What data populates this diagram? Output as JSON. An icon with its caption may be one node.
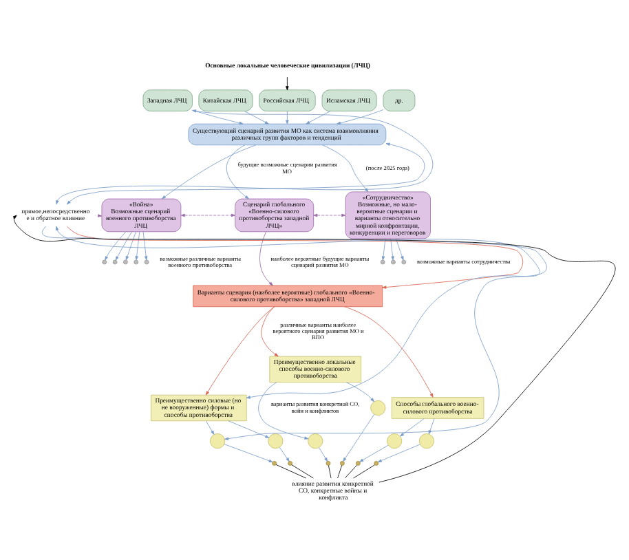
{
  "diagram": {
    "nodes": [
      {
        "text": [
          "Основные локальные человеческие цивилизации (ЛЧЦ)"
        ]
      },
      {
        "text": [
          "Западная ЛЧЦ"
        ]
      },
      {
        "text": [
          "Китайская ЛЧЦ"
        ]
      },
      {
        "text": [
          "Российская ЛЧЦ"
        ]
      },
      {
        "text": [
          "Исламская ЛЧЦ"
        ]
      },
      {
        "text": [
          "др."
        ]
      },
      {
        "text": [
          "Существующий сценарий развития МО как система взаимовлияния различных групп факторов и тенденций"
        ]
      },
      {
        "text": [
          "«Война»",
          "Возможные сценарий военного противоборства ЛЧЦ"
        ]
      },
      {
        "text": [
          "Сценарий глобального «Военно-силового противоборства западной ЛЧЦ»"
        ]
      },
      {
        "text": [
          "«Сотрудничество»",
          "Возможные, но мало-вероятные сценарии и варианты относительно мирной конфронтации, конкуренции и переговоров"
        ]
      },
      {
        "text": [
          "Варианты сценария (наиболее вероятные) глобального «Военно-силового противоборства» западной ЛЧЦ"
        ]
      },
      {
        "text": [
          "Преимущественно силовые (но не вооруженные) формы и способы противоборства"
        ]
      },
      {
        "text": [
          "Преимущественно локальные способы военно-силового противоборства"
        ]
      },
      {
        "text": [
          "Способы глобального военно-силового противоборства"
        ]
      },
      {
        "text": [],
        "shape": "circle"
      },
      {
        "text": [],
        "shape": "circle"
      },
      {
        "text": [],
        "shape": "circle"
      },
      {
        "text": [],
        "shape": "circle"
      },
      {
        "text": [],
        "shape": "circle"
      },
      {
        "text": [],
        "shape": "circle"
      },
      {
        "text": [],
        "shape": "circle"
      },
      {
        "text": [],
        "shape": "circle"
      },
      {
        "text": [],
        "shape": "circle"
      },
      {
        "text": [],
        "shape": "circle"
      },
      {
        "text": [],
        "shape": "circle"
      },
      {
        "text": [],
        "shape": "circle"
      },
      {
        "text": [],
        "shape": "circle"
      },
      {
        "text": [],
        "shape": "circle"
      },
      {
        "text": [],
        "shape": "circle"
      },
      {
        "text": [],
        "shape": "circle"
      },
      {
        "text": [],
        "shape": "circle"
      },
      {
        "text": [],
        "shape": "circle"
      },
      {
        "text": [],
        "shape": "circle"
      },
      {
        "text": [],
        "shape": "circle"
      },
      {
        "text": [
          "прямое,непосредственное и обратное влияние"
        ]
      },
      {
        "text": [
          "влияние развития конкретной СО, конкретные войны и конфликта"
        ]
      }
    ],
    "edges": [
      {
        "from": 0,
        "to": 3,
        "arrow": "to",
        "color": "#000000"
      },
      {
        "from": 1,
        "to": 6,
        "arrow": "to"
      },
      {
        "from": 2,
        "to": 6,
        "arrow": "to"
      },
      {
        "from": 3,
        "to": 6,
        "arrow": "to"
      },
      {
        "from": 4,
        "to": 6,
        "arrow": "to"
      },
      {
        "from": 5,
        "to": 6,
        "arrow": "to"
      },
      {
        "from": 6,
        "to": 7,
        "arrow": "to"
      },
      {
        "from": 6,
        "to": 8,
        "arrow": "to"
      },
      {
        "from": 6,
        "to": 9,
        "arrow": "to"
      },
      {
        "from": 7,
        "to": 8,
        "arrow": "both",
        "style": "dashed",
        "color": "#9b6aa8"
      },
      {
        "from": 8,
        "to": 9,
        "arrow": "both",
        "style": "dashed",
        "color": "#9b6aa8"
      },
      {
        "from": 7,
        "to": 20,
        "arrow": "to"
      },
      {
        "from": 7,
        "to": 21,
        "arrow": "to"
      },
      {
        "from": 7,
        "to": 22,
        "arrow": "to"
      },
      {
        "from": 7,
        "to": 23,
        "arrow": "to"
      },
      {
        "from": 7,
        "to": 24,
        "arrow": "to"
      },
      {
        "from": 9,
        "to": 25,
        "arrow": "to"
      },
      {
        "from": 9,
        "to": 26,
        "arrow": "to"
      },
      {
        "from": 9,
        "to": 27,
        "arrow": "to"
      },
      {
        "from": 8,
        "to": 10,
        "arrow": "to",
        "color": "#9b6aa8"
      },
      {
        "from": 10,
        "to": 11,
        "arrow": "to",
        "color": "#d9634f"
      },
      {
        "from": 10,
        "to": 12,
        "arrow": "to",
        "color": "#d9634f"
      },
      {
        "from": 10,
        "to": 13,
        "arrow": "to",
        "color": "#d9634f"
      },
      {
        "from": 11,
        "to": 14,
        "arrow": "to"
      },
      {
        "from": 11,
        "to": 15,
        "arrow": "to"
      },
      {
        "from": 12,
        "to": 16,
        "arrow": "to"
      },
      {
        "from": 12,
        "to": 17,
        "arrow": "to"
      },
      {
        "from": 13,
        "to": 18,
        "arrow": "to"
      },
      {
        "from": 13,
        "to": 19,
        "arrow": "to"
      },
      {
        "from": 14,
        "to": 28,
        "arrow": "to"
      },
      {
        "from": 15,
        "to": 29,
        "arrow": "to"
      },
      {
        "from": 16,
        "to": 30,
        "arrow": "to"
      },
      {
        "from": 17,
        "to": 31,
        "arrow": "to"
      },
      {
        "from": 18,
        "to": 32,
        "arrow": "to"
      },
      {
        "from": 19,
        "to": 33,
        "arrow": "to"
      },
      {
        "from": 28,
        "to": 35,
        "arrow": "none",
        "color": "#000000"
      },
      {
        "from": 29,
        "to": 35,
        "arrow": "none",
        "color": "#000000"
      },
      {
        "from": 30,
        "to": 35,
        "arrow": "none",
        "color": "#000000"
      },
      {
        "from": 31,
        "to": 35,
        "arrow": "none",
        "color": "#000000"
      },
      {
        "from": 32,
        "to": 35,
        "arrow": "none",
        "color": "#000000"
      },
      {
        "from": 33,
        "to": 35,
        "arrow": "none",
        "color": "#000000"
      },
      {
        "from": 35,
        "to": 34,
        "arrow": "to",
        "color": "#000000"
      },
      {
        "from": 34,
        "to": 1,
        "arrow": "both"
      },
      {
        "from": 34,
        "to": 6,
        "arrow": "both"
      },
      {
        "from": 34,
        "to": 7,
        "arrow": "to",
        "color": "#9b6aa8"
      },
      {
        "from": 34,
        "to": 10,
        "arrow": "to",
        "color": "#d9634f"
      },
      {
        "from": 34,
        "to": 11,
        "arrow": "both"
      },
      {
        "from": 34,
        "to": 14,
        "arrow": "to"
      }
    ],
    "labels": [
      "будущие возможные сценарии развития МО",
      "(после 2025 года)",
      "возможные различные варианты военного противоборства",
      "возможные варианты сотрудничества",
      "наиболее вероятные будущие варианты сценарий развития МО",
      "различные варианты наиболее вероятного сценария развития МО и ВПО",
      "варианты развития конкретной СО, войн и конфликтов"
    ]
  }
}
